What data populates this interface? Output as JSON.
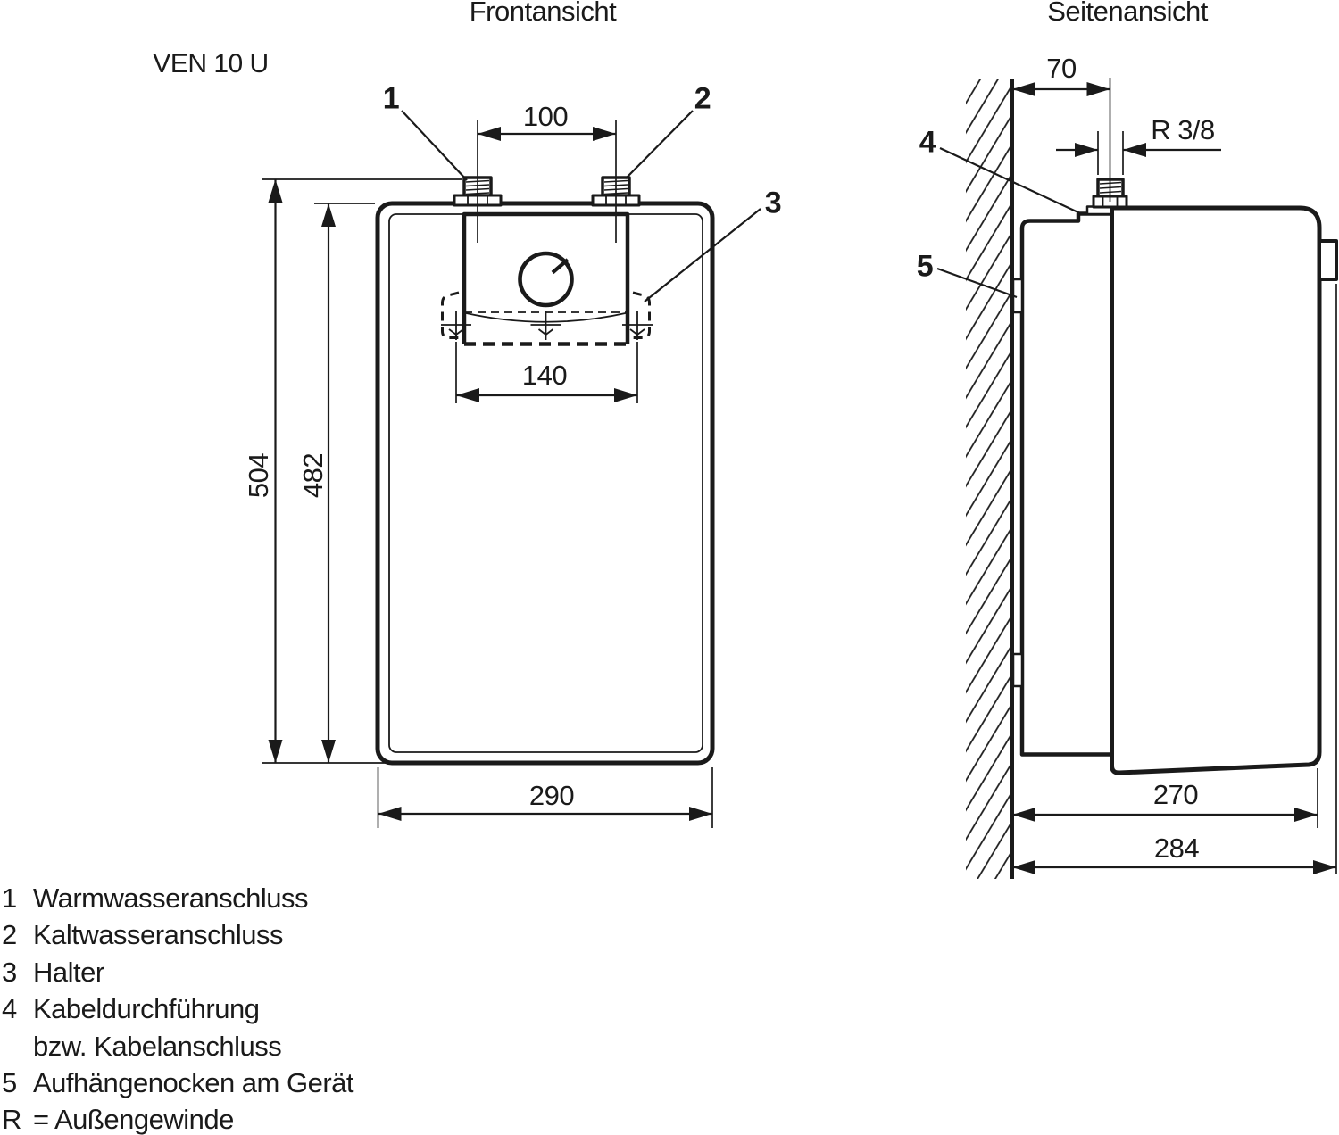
{
  "drawing": {
    "model": "VEN 10 U",
    "views": {
      "front": {
        "title": "Frontansicht",
        "callout_1": "1",
        "callout_2": "2",
        "callout_3": "3",
        "dim_connection_spacing": "100",
        "dim_bracket_width": "140",
        "dim_width": "290",
        "dim_total_height": "504",
        "dim_body_height": "482"
      },
      "side": {
        "title": "Seitenansicht",
        "callout_4": "4",
        "callout_5": "5",
        "dim_wall_to_connection": "70",
        "dim_thread": "R 3/8",
        "dim_depth_body": "270",
        "dim_depth_total": "284"
      }
    },
    "legend": {
      "items": [
        {
          "num": "1",
          "text": "Warmwasseranschluss"
        },
        {
          "num": "2",
          "text": "Kaltwasseranschluss"
        },
        {
          "num": "3",
          "text": "Halter"
        },
        {
          "num": "4",
          "text": "Kabeldurchführung"
        },
        {
          "num": "",
          "text": "bzw. Kabelanschluss"
        },
        {
          "num": "5",
          "text": "Aufhängenocken am Gerät"
        },
        {
          "num": "R",
          "text": "= Außengewinde"
        }
      ]
    },
    "colors": {
      "ink": "#1a1a1a",
      "background": "#ffffff"
    }
  }
}
